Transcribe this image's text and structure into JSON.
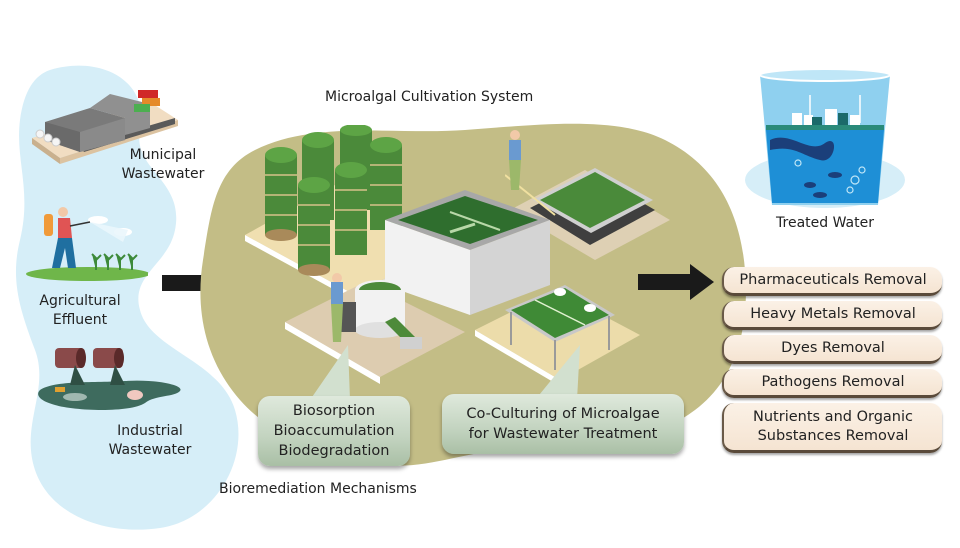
{
  "title": "Microalgal Cultivation System",
  "sources": [
    {
      "id": "municipal",
      "line1": "Municipal",
      "line2": "Wastewater",
      "icon": "factory-icon"
    },
    {
      "id": "agricultural",
      "line1": "Agricultural",
      "line2": "Effluent",
      "icon": "farmer-spraying-icon"
    },
    {
      "id": "industrial",
      "line1": "Industrial",
      "line2": "Wastewater",
      "icon": "pipe-discharge-icon"
    }
  ],
  "cultivation_units": [
    {
      "id": "column-photobioreactors",
      "icon": "column-photobioreactor-icon"
    },
    {
      "id": "open-raceway-pond",
      "icon": "raceway-pond-icon"
    },
    {
      "id": "central-pond",
      "icon": "open-pond-icon"
    },
    {
      "id": "harvesting-tank",
      "icon": "harvesting-tank-icon"
    },
    {
      "id": "flat-panel-tanks",
      "icon": "flat-panel-tank-icon"
    }
  ],
  "mechanisms": {
    "bubble1": [
      "Biosorption",
      "Bioaccumulation",
      "Biodegradation"
    ],
    "bubble2": [
      "Co-Culturing of Microalgae",
      "for Wastewater Treatment"
    ],
    "caption": "Bioremediation Mechanisms"
  },
  "output": {
    "label": "Treated Water",
    "icon": "water-glass-icon"
  },
  "removals": [
    {
      "lines": [
        "Pharmaceuticals Removal"
      ]
    },
    {
      "lines": [
        "Heavy Metals Removal"
      ]
    },
    {
      "lines": [
        "Dyes Removal"
      ]
    },
    {
      "lines": [
        "Pathogens Removal"
      ]
    },
    {
      "lines": [
        "Nutrients and Organic",
        "Substances Removal"
      ]
    }
  ],
  "colors": {
    "left_blob": "#d6eef8",
    "center_blob": "#c3bd86",
    "arrow": "#1a1a1a",
    "bubble": "#c2d3bf",
    "removal_box": "#f7e8d8",
    "algae_green": "#2f6e2e",
    "water_blue": "#1e8fd6"
  }
}
